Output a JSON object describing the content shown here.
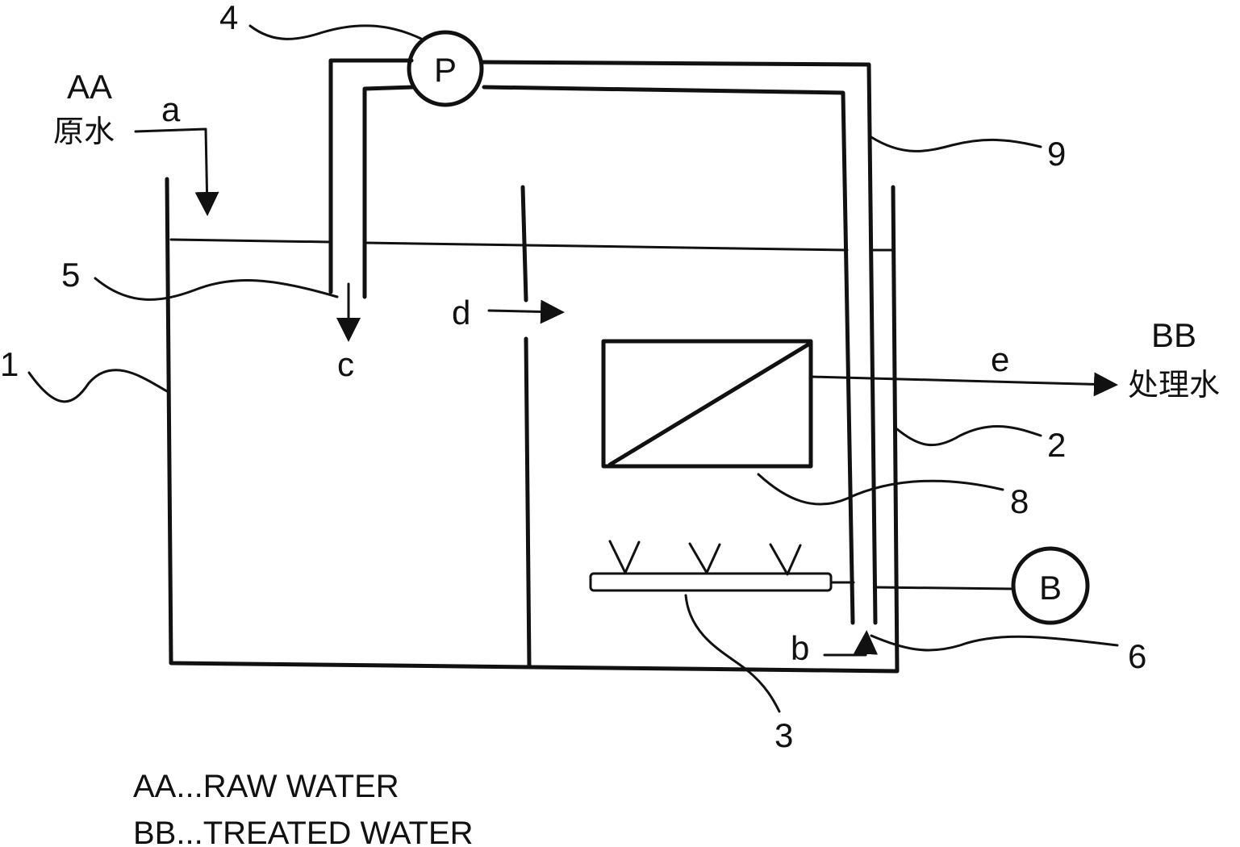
{
  "labels": {
    "raw_code": "AA",
    "raw_cjk": "原水",
    "treated_code": "BB",
    "treated_cjk": "处理水",
    "pump": "P",
    "blower": "B",
    "flow_a": "a",
    "flow_b": "b",
    "flow_c": "c",
    "flow_d": "d",
    "flow_e": "e",
    "ref_1": "1",
    "ref_2": "2",
    "ref_3": "3",
    "ref_4": "4",
    "ref_5": "5",
    "ref_6": "6",
    "ref_8": "8",
    "ref_9": "9"
  },
  "legend": [
    "AA...RAW WATER",
    "BB...TREATED WATER"
  ]
}
